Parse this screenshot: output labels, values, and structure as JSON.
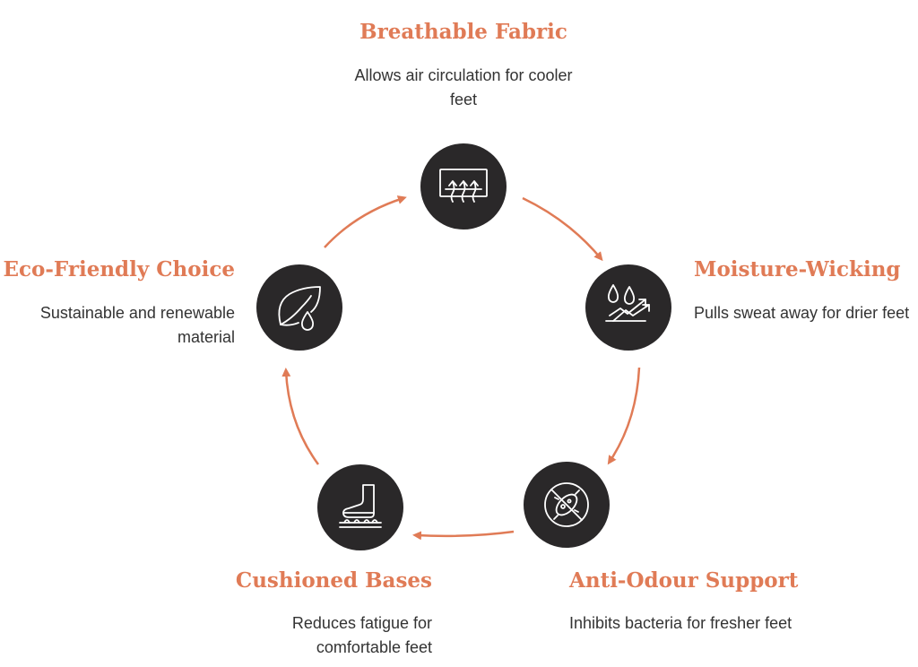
{
  "colors": {
    "accent": "#e07b56",
    "node_fill": "#2a2829",
    "icon_stroke": "#ffffff",
    "text": "#333333"
  },
  "steps": [
    {
      "title": "Breathable Fabric",
      "description": "Allows air circulation for cooler feet",
      "icon": "air-vent-icon"
    },
    {
      "title": "Moisture-Wicking",
      "description": "Pulls sweat away for drier feet",
      "icon": "droplets-wicking-icon"
    },
    {
      "title": "Anti-Odour Support",
      "description": "Inhibits bacteria for fresher feet",
      "icon": "no-bacteria-icon"
    },
    {
      "title": "Cushioned Bases",
      "description": "Reduces fatigue for comfortable feet",
      "icon": "foot-cushion-icon"
    },
    {
      "title": "Eco-Friendly Choice",
      "description": "Sustainable and renewable material",
      "icon": "leaf-drop-icon"
    }
  ]
}
